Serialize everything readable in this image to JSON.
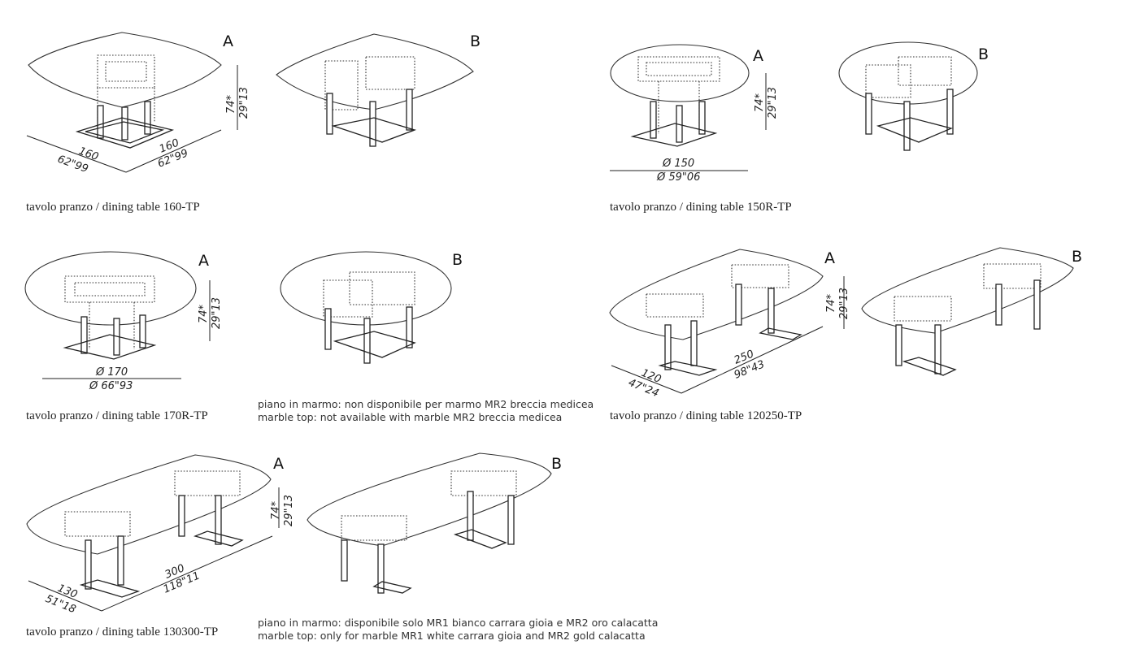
{
  "tables": [
    {
      "id": "160-TP",
      "caption": "tavolo pranzo / dining table 160-TP",
      "variant_a": "A",
      "variant_b": "B",
      "dims": {
        "height_cm": "74*",
        "height_in": "29\"13",
        "depth_cm": "160",
        "depth_in": "62\"99",
        "width_cm": "160",
        "width_in": "62\"99"
      }
    },
    {
      "id": "150R-TP",
      "caption": "tavolo pranzo / dining table 150R-TP",
      "variant_a": "A",
      "variant_b": "B",
      "dims": {
        "height_cm": "74*",
        "height_in": "29\"13",
        "diameter_cm": "Ø 150",
        "diameter_in": "Ø 59\"06"
      }
    },
    {
      "id": "170R-TP",
      "caption": "tavolo pranzo / dining table 170R-TP",
      "variant_a": "A",
      "variant_b": "B",
      "dims": {
        "height_cm": "74*",
        "height_in": "29\"13",
        "diameter_cm": "Ø 170",
        "diameter_in": "Ø 66\"93"
      },
      "note_it": "piano in marmo: non disponibile per marmo MR2 breccia medicea",
      "note_en": "marble top: not available with marble MR2 breccia medicea"
    },
    {
      "id": "120250-TP",
      "caption": "tavolo pranzo / dining table 120250-TP",
      "variant_a": "A",
      "variant_b": "B",
      "dims": {
        "height_cm": "74*",
        "height_in": "29\"13",
        "depth_cm": "120",
        "depth_in": "47\"24",
        "width_cm": "250",
        "width_in": "98\"43"
      }
    },
    {
      "id": "130300-TP",
      "caption": "tavolo pranzo / dining table 130300-TP",
      "variant_a": "A",
      "variant_b": "B",
      "dims": {
        "height_cm": "74*",
        "height_in": "29\"13",
        "depth_cm": "130",
        "depth_in": "51\"18",
        "width_cm": "300",
        "width_in": "118\"11"
      },
      "note_it": "piano in marmo: disponibile solo MR1 bianco carrara gioia e MR2 oro calacatta",
      "note_en": "marble top: only for marble MR1 white carrara gioia and MR2 gold calacatta"
    }
  ]
}
